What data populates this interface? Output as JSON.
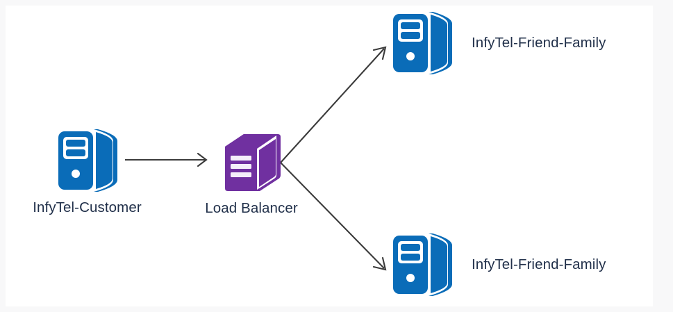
{
  "canvas": {
    "background_color": "#ffffff",
    "page_background_color": "#f8f8f9"
  },
  "theme": {
    "server_color": "#0a6cb8",
    "load_balancer_color": "#7030a0",
    "edge_color": "#3b3b3b",
    "label_color": "#21304a"
  },
  "nodes": [
    {
      "id": "infytel-customer",
      "label": "InfyTel-Customer",
      "icon": "server-icon",
      "color": "#0a6cb8",
      "label_position": "below"
    },
    {
      "id": "load-balancer",
      "label": "Load Balancer",
      "icon": "load-balancer-icon",
      "color": "#7030a0",
      "label_position": "below"
    },
    {
      "id": "infytel-friend-family-1",
      "label": "InfyTel-Friend-Family",
      "icon": "server-icon",
      "color": "#0a6cb8",
      "label_position": "right"
    },
    {
      "id": "infytel-friend-family-2",
      "label": "InfyTel-Friend-Family",
      "icon": "server-icon",
      "color": "#0a6cb8",
      "label_position": "right"
    }
  ],
  "edges": [
    {
      "id": "edge-customer-to-load-balancer",
      "from": "infytel-customer",
      "to": "load-balancer",
      "style": "straight-arrow"
    },
    {
      "id": "edge-load-balancer-to-friend-family-1",
      "from": "load-balancer",
      "to": "infytel-friend-family-1",
      "style": "diagonal-arrow-up"
    },
    {
      "id": "edge-load-balancer-to-friend-family-2",
      "from": "load-balancer",
      "to": "infytel-friend-family-2",
      "style": "diagonal-arrow-down"
    }
  ]
}
